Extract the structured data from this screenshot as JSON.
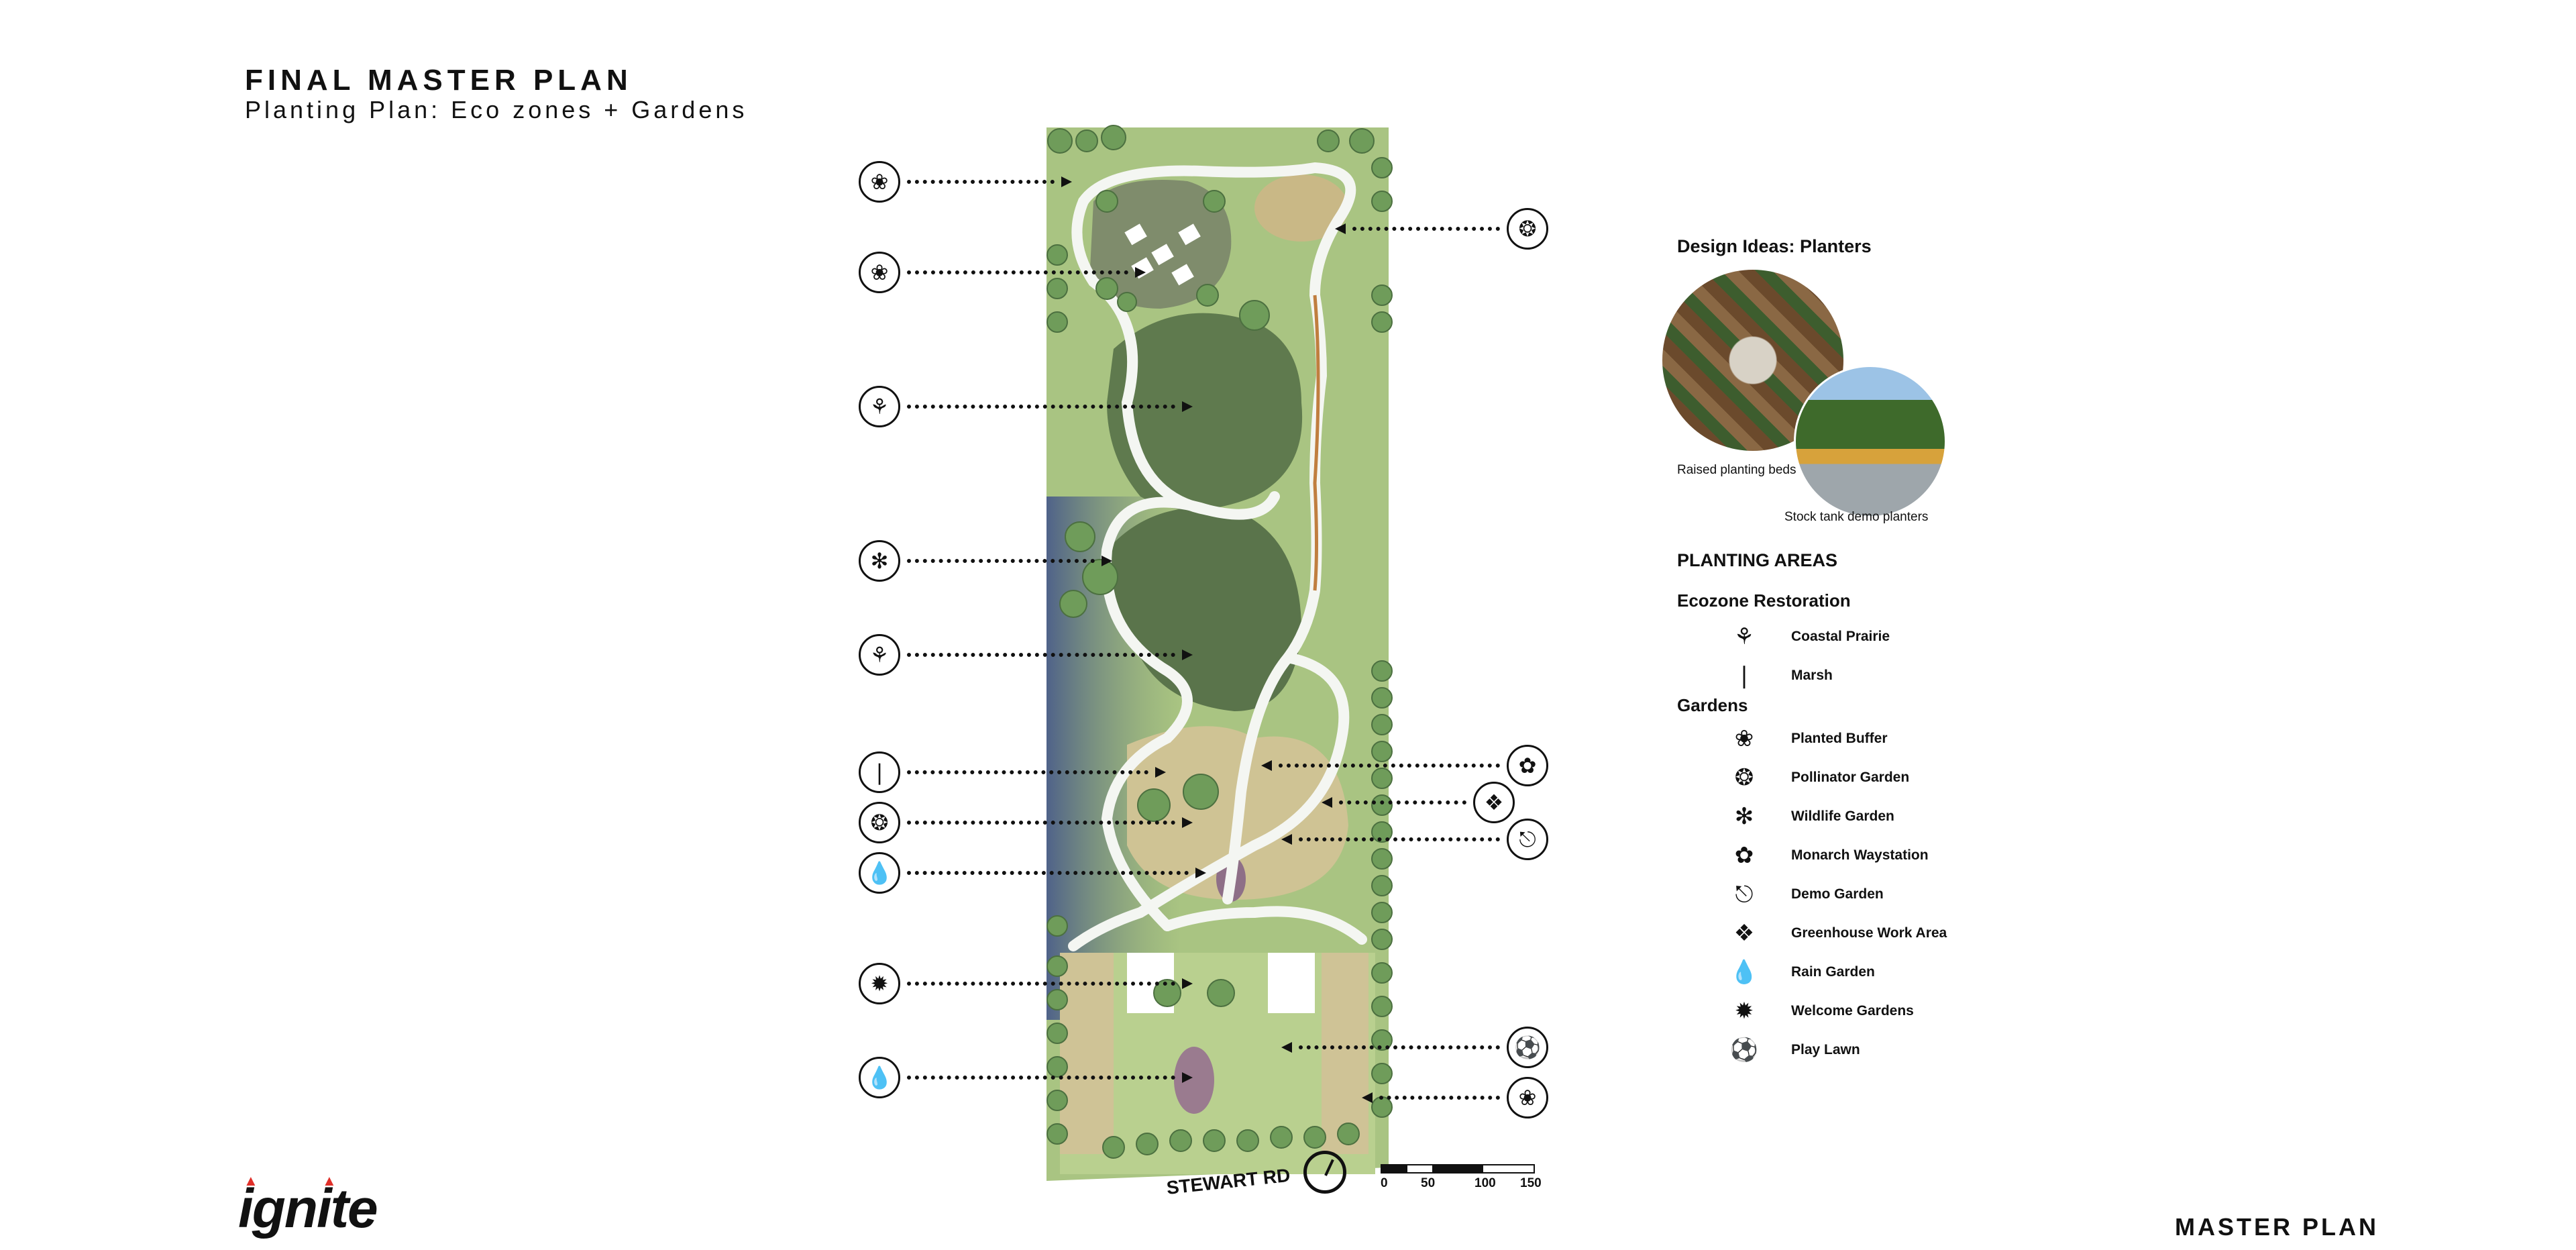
{
  "header": {
    "title": "FINAL MASTER PLAN",
    "subtitle": "Planting Plan: Eco zones + Gardens"
  },
  "footer": {
    "logo": "ignite",
    "section_label": "MASTER PLAN"
  },
  "map": {
    "road_label": "STEWART RD",
    "scale_labels": [
      "0",
      "50",
      "100",
      "150"
    ]
  },
  "design_ideas": {
    "heading": "Design Ideas: Planters",
    "photo1_caption": "Raised planting beds",
    "photo2_caption": "Stock tank demo planters"
  },
  "legend": {
    "heading": "PLANTING AREAS",
    "ecozone_heading": "Ecozone Restoration",
    "ecozone_items": [
      {
        "label": "Coastal Prairie",
        "icon": "grass-icon"
      },
      {
        "label": "Marsh",
        "icon": "reed-icon"
      }
    ],
    "gardens_heading": "Gardens",
    "garden_items": [
      {
        "label": "Planted Buffer",
        "icon": "shrub-icon"
      },
      {
        "label": "Pollinator Garden",
        "icon": "bee-icon"
      },
      {
        "label": "Wildlife Garden",
        "icon": "bird-icon"
      },
      {
        "label": "Monarch Waystation",
        "icon": "butterfly-icon"
      },
      {
        "label": "Demo Garden",
        "icon": "sign-icon"
      },
      {
        "label": "Greenhouse Work Area",
        "icon": "pot-plant-icon"
      },
      {
        "label": "Rain Garden",
        "icon": "drop-icon"
      },
      {
        "label": "Welcome Gardens",
        "icon": "sunflower-icon"
      },
      {
        "label": "Play Lawn",
        "icon": "ball-icon"
      }
    ]
  },
  "colors": {
    "lawn": "#b7cf8e",
    "meadow": "#5f7d4f",
    "trees": "#7fa868",
    "path": "#f4f6f2",
    "wetland": "#566b8f",
    "accent_red": "#e0302a"
  }
}
